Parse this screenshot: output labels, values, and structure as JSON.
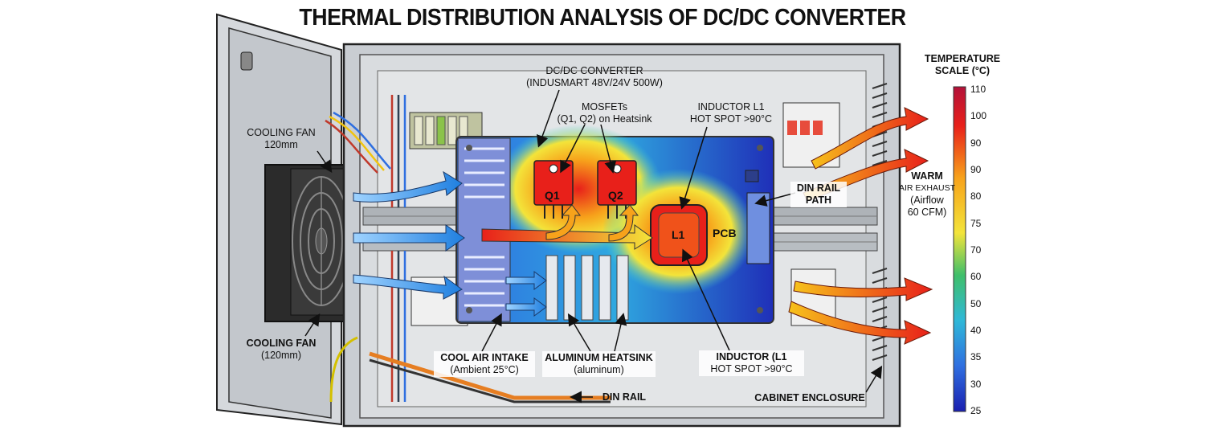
{
  "title": "THERMAL DISTRIBUTION ANALYSIS OF DC/DC CONVERTER",
  "labels": {
    "converter": {
      "line1": "DC/DC CONVERTER",
      "line2": "(INDUSMART 48V/24V 500W)"
    },
    "mosfets": {
      "line1": "MOSFETs",
      "line2": "(Q1, Q2) on Heatsink"
    },
    "inductor_top": {
      "line1": "INDUCTOR L1",
      "line2": "HOT SPOT >90°C"
    },
    "fan_top": {
      "line1": "COOLING FAN",
      "line2": "120mm"
    },
    "fan_bottom": {
      "line1": "COOLING FAN",
      "line2": "(120mm)"
    },
    "din_rail_path": {
      "line1": "DIN RAIL",
      "line2": "PATH"
    },
    "warm_exhaust": {
      "line1": "WARM",
      "line2": "AIR EXHAUST",
      "line3": "(Airflow",
      "line4": "60 CFM)"
    },
    "cool_intake": {
      "line1": "COOL AIR INTAKE",
      "line2": "(Ambient 25°C)"
    },
    "heatsink": {
      "line1": "ALUMINUM HEATSINK",
      "line2": "(aluminum)"
    },
    "inductor_bottom": {
      "line1": "INDUCTOR (L1",
      "line2": "HOT SPOT >90°C"
    },
    "din_rail": "DIN RAIL",
    "cabinet": "CABINET ENCLOSURE"
  },
  "components": {
    "q1": "Q1",
    "q2": "Q2",
    "l1": "L1",
    "pcb": "PCB"
  },
  "temperature_scale": {
    "title_line1": "TEMPERATURE",
    "title_line2": "SCALE (°C)",
    "ticks": [
      "110",
      "100",
      "90",
      "90",
      "80",
      "75",
      "70",
      "60",
      "50",
      "40",
      "35",
      "30",
      "25"
    ]
  },
  "colors": {
    "hot": "#e8201a",
    "warm": "#f7a21b",
    "mid": "#f3e43a",
    "cool": "#2f9be0",
    "cold": "#1f2fb8",
    "enclosure": "#c9cdd2"
  }
}
